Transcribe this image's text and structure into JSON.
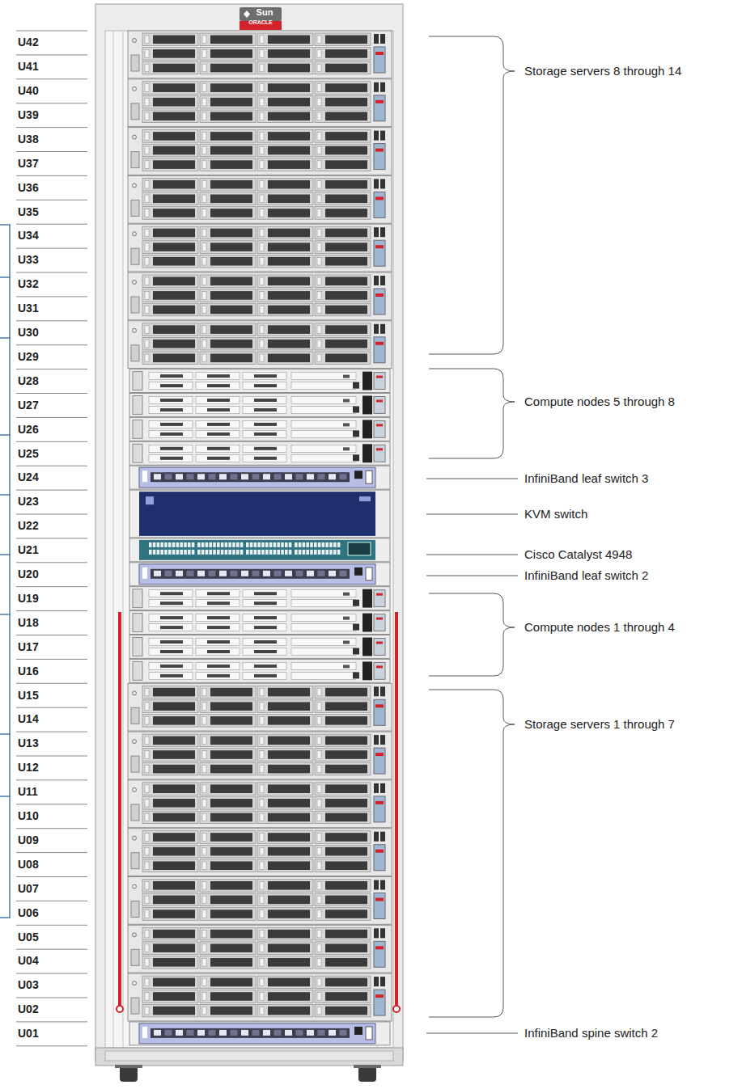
{
  "diagram": {
    "nodes": [
      {
        "text": [
          "Sun",
          "ORACLE"
        ]
      }
    ],
    "labels": [
      "U42",
      "U41",
      "U40",
      "U39",
      "U38",
      "U37",
      "U36",
      "U35",
      "U34",
      "U33",
      "U32",
      "U31",
      "U30",
      "U29",
      "U28",
      "U27",
      "U26",
      "U25",
      "U24",
      "U23",
      "U22",
      "U21",
      "U20",
      "U19",
      "U18",
      "U17",
      "U16",
      "U15",
      "U14",
      "U13",
      "U12",
      "U11",
      "U10",
      "U09",
      "U08",
      "U07",
      "U06",
      "U05",
      "U04",
      "U03",
      "U02",
      "U01",
      "Storage servers 8 through 14",
      "Compute nodes 5 through 8",
      "InfiniBand leaf switch 3",
      "KVM switch",
      "Cisco Catalyst 4948",
      "InfiniBand leaf switch 2",
      "Compute nodes 1 through 4",
      "Storage servers 1 through 7",
      "InfiniBand spine switch 2"
    ]
  }
}
